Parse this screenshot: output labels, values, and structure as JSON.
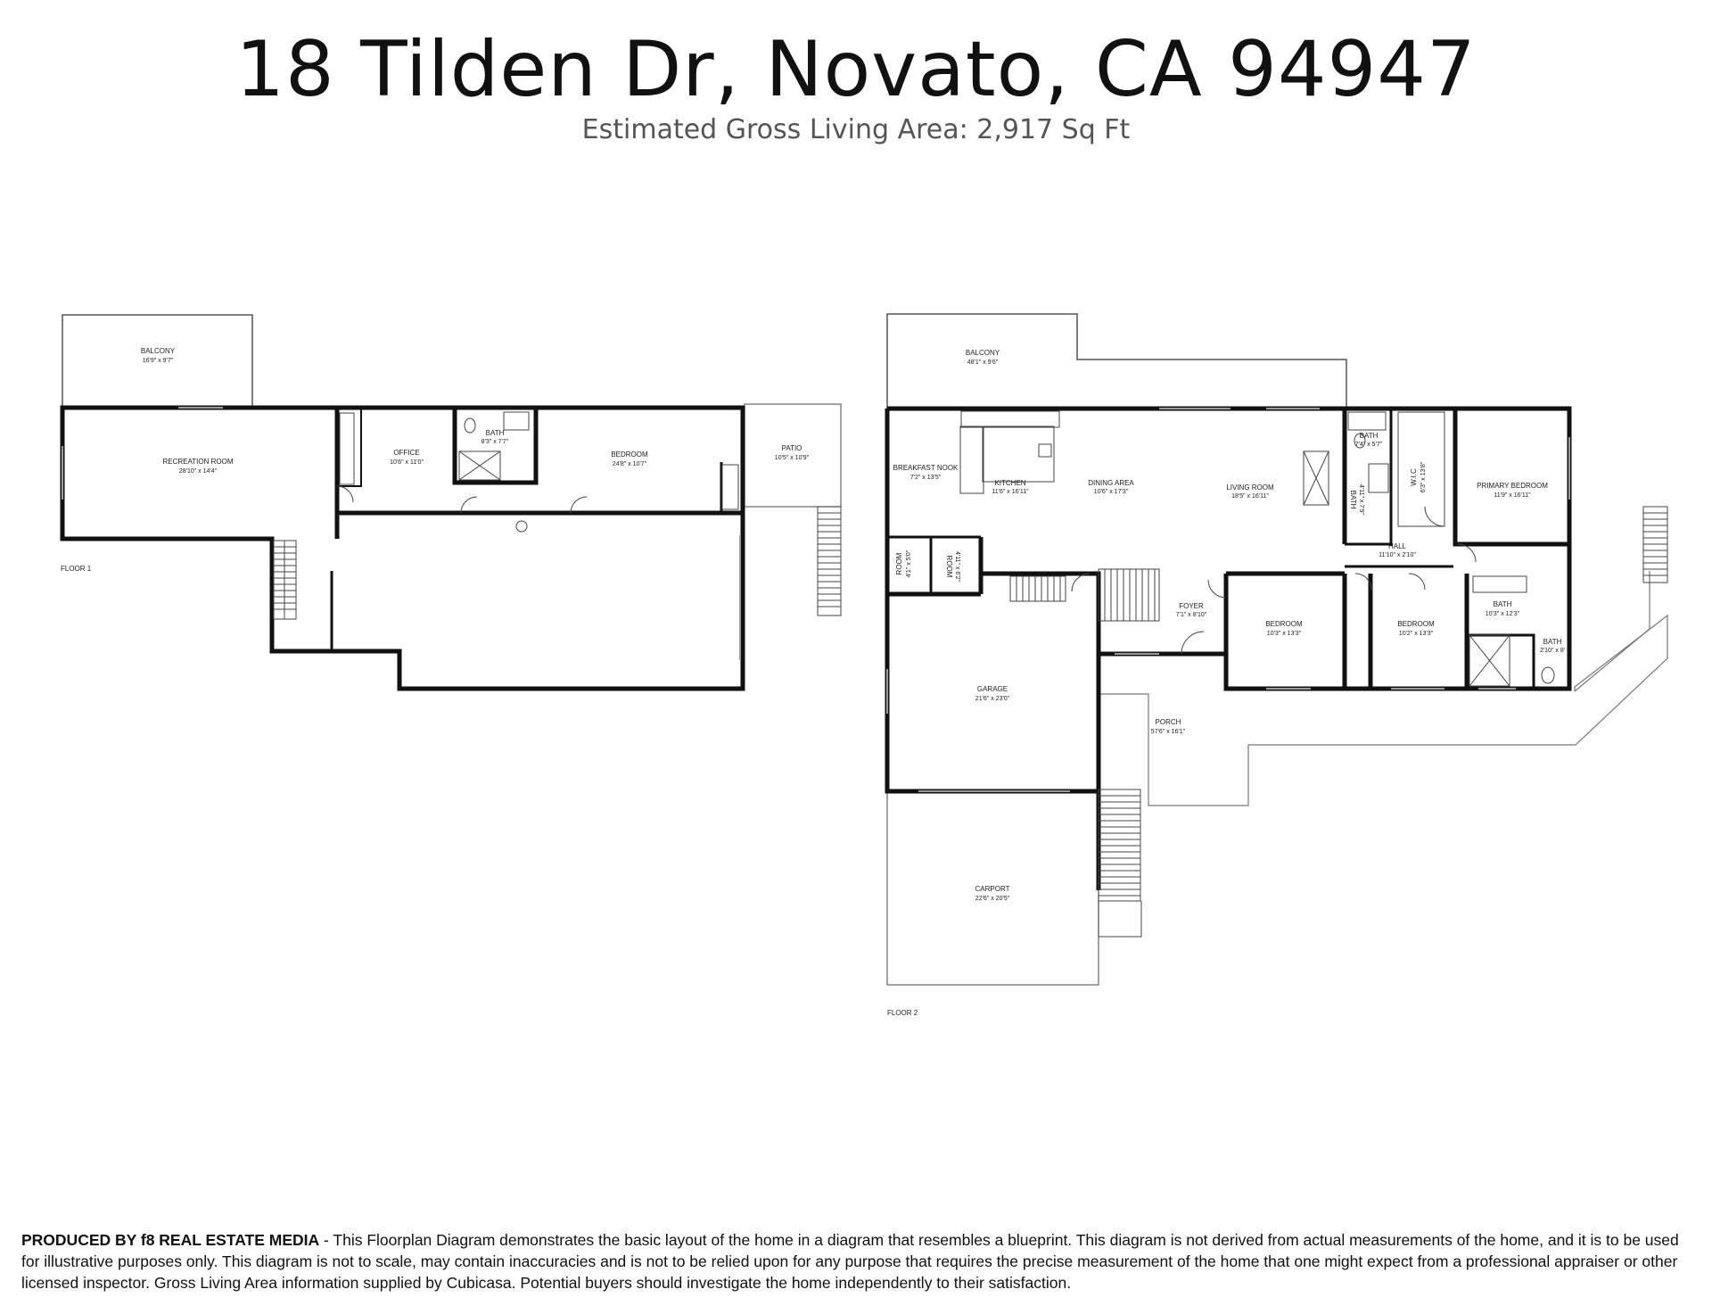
{
  "header": {
    "address": "18 Tilden Dr, Novato, CA 94947",
    "area_line": "Estimated Gross Living Area: 2,917 Sq Ft"
  },
  "floor1": {
    "label": "FLOOR 1",
    "rooms": {
      "balcony": {
        "name": "BALCONY",
        "dims": "16'9\" x 9'7\""
      },
      "recreation": {
        "name": "RECREATION ROOM",
        "dims": "28'10\" x 14'4\""
      },
      "office": {
        "name": "OFFICE",
        "dims": "10'6\" x 11'0\""
      },
      "bath": {
        "name": "BATH",
        "dims": "8'3\" x 7'7\""
      },
      "bedroom": {
        "name": "BEDROOM",
        "dims": "24'8\" x 10'7\""
      },
      "patio": {
        "name": "PATIO",
        "dims": "10'5\" x 10'9\""
      }
    }
  },
  "floor2": {
    "label": "FLOOR 2",
    "rooms": {
      "balcony": {
        "name": "BALCONY",
        "dims": "48'1\" x 9'6\""
      },
      "breakfast": {
        "name": "BREAKFAST NOOK",
        "dims": "7'2\" x 13'5\""
      },
      "kitchen": {
        "name": "KITCHEN",
        "dims": "11'6\" x 16'11\""
      },
      "dining": {
        "name": "DINING AREA",
        "dims": "10'6\" x 17'3\""
      },
      "living": {
        "name": "LIVING ROOM",
        "dims": "18'5\" x 16'11\""
      },
      "bath1": {
        "name": "BATH",
        "dims": "7'4\" x 5'7\""
      },
      "bath2": {
        "name": "BATH",
        "dims": "4'11\" x 7'9\""
      },
      "wic": {
        "name": "W.I.C",
        "dims": "6'3\" x 13'8\""
      },
      "primary": {
        "name": "PRIMARY BEDROOM",
        "dims": "11'9\" x 16'11\""
      },
      "hall": {
        "name": "HALL",
        "dims": "11'10\" x 2'10\""
      },
      "room1": {
        "name": "ROOM",
        "dims": "4'1\" x 5'0\""
      },
      "room2": {
        "name": "ROOM",
        "dims": "4'11\" x 6'2\""
      },
      "foyer": {
        "name": "FOYER",
        "dims": "7'1\" x 8'10\""
      },
      "bedroom1": {
        "name": "BEDROOM",
        "dims": "10'3\" x 13'3\""
      },
      "bedroom2": {
        "name": "BEDROOM",
        "dims": "10'2\" x 13'3\""
      },
      "bath3": {
        "name": "BATH",
        "dims": "10'3\" x 12'3\""
      },
      "bath4": {
        "name": "BATH",
        "dims": "2'10\" x 8'"
      },
      "garage": {
        "name": "GARAGE",
        "dims": "21'6\" x 23'0\""
      },
      "porch": {
        "name": "PORCH",
        "dims": "57'6\" x 16'1\""
      },
      "carport": {
        "name": "CARPORT",
        "dims": "22'6\" x 20'5\""
      }
    }
  },
  "footer": {
    "producer": "PRODUCED BY f8 REAL ESTATE MEDIA",
    "disclaimer": " - This Floorplan Diagram demonstrates the basic layout of the home in a diagram that resembles a blueprint. This diagram is not derived from actual measurements of the home, and it is to be used for illustrative purposes only. This diagram is not to scale, may contain inaccuracies and is not to be relied upon for any purpose that requires the precise measurement of the home that one might expect from a professional appraiser or other licensed inspector. Gross Living Area information supplied by Cubicasa. Potential buyers should investigate the home independently to their satisfaction."
  }
}
